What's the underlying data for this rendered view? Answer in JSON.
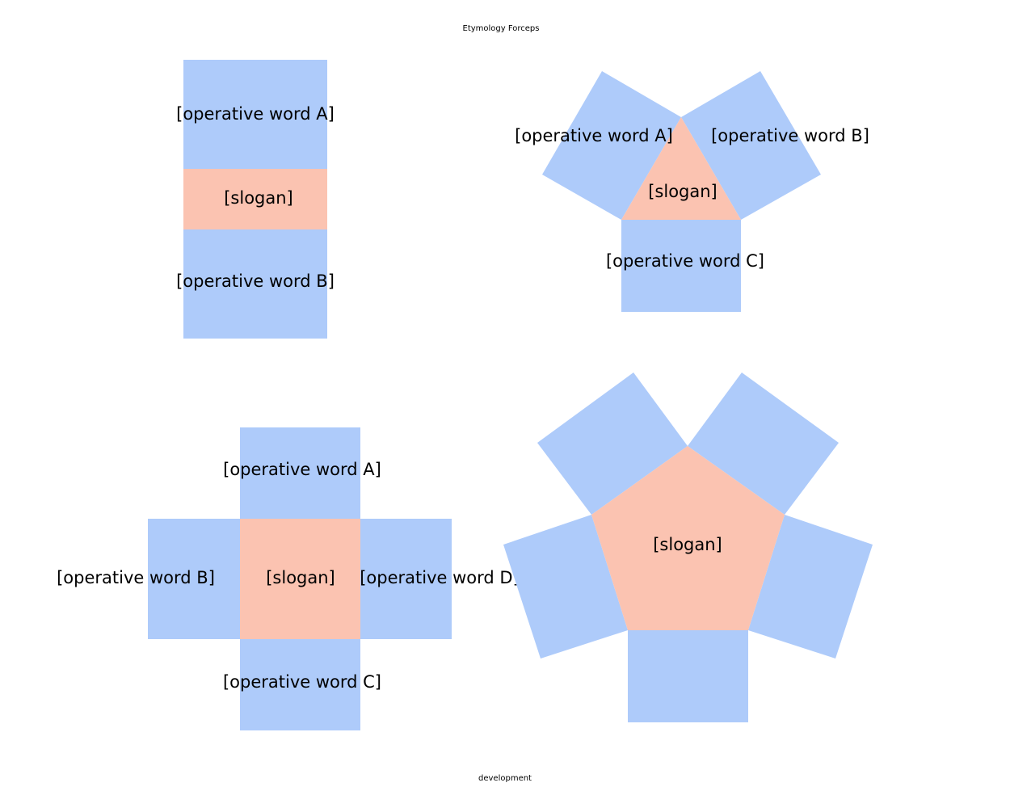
{
  "header": {
    "title": "Etymology  Forceps"
  },
  "footer": {
    "caption": "development"
  },
  "colors": {
    "word_fill": "#aecbfa",
    "slogan_fill": "#fbc3b1",
    "text": "#000000",
    "background": "#ffffff"
  },
  "diagrams": {
    "two_word": {
      "word_a": "[operative word A]",
      "slogan": "[slogan]",
      "word_b": "[operative word B]"
    },
    "three_word": {
      "word_a": "[operative word A]",
      "word_b": "[operative word B]",
      "slogan": "[slogan]",
      "word_c": "[operative word C]"
    },
    "four_word": {
      "word_a": "[operative word A]",
      "word_b": "[operative word B]",
      "slogan": "[slogan]",
      "word_d": "[operative word D]",
      "word_c": "[operative word C]"
    },
    "five_word": {
      "slogan": "[slogan]"
    }
  }
}
